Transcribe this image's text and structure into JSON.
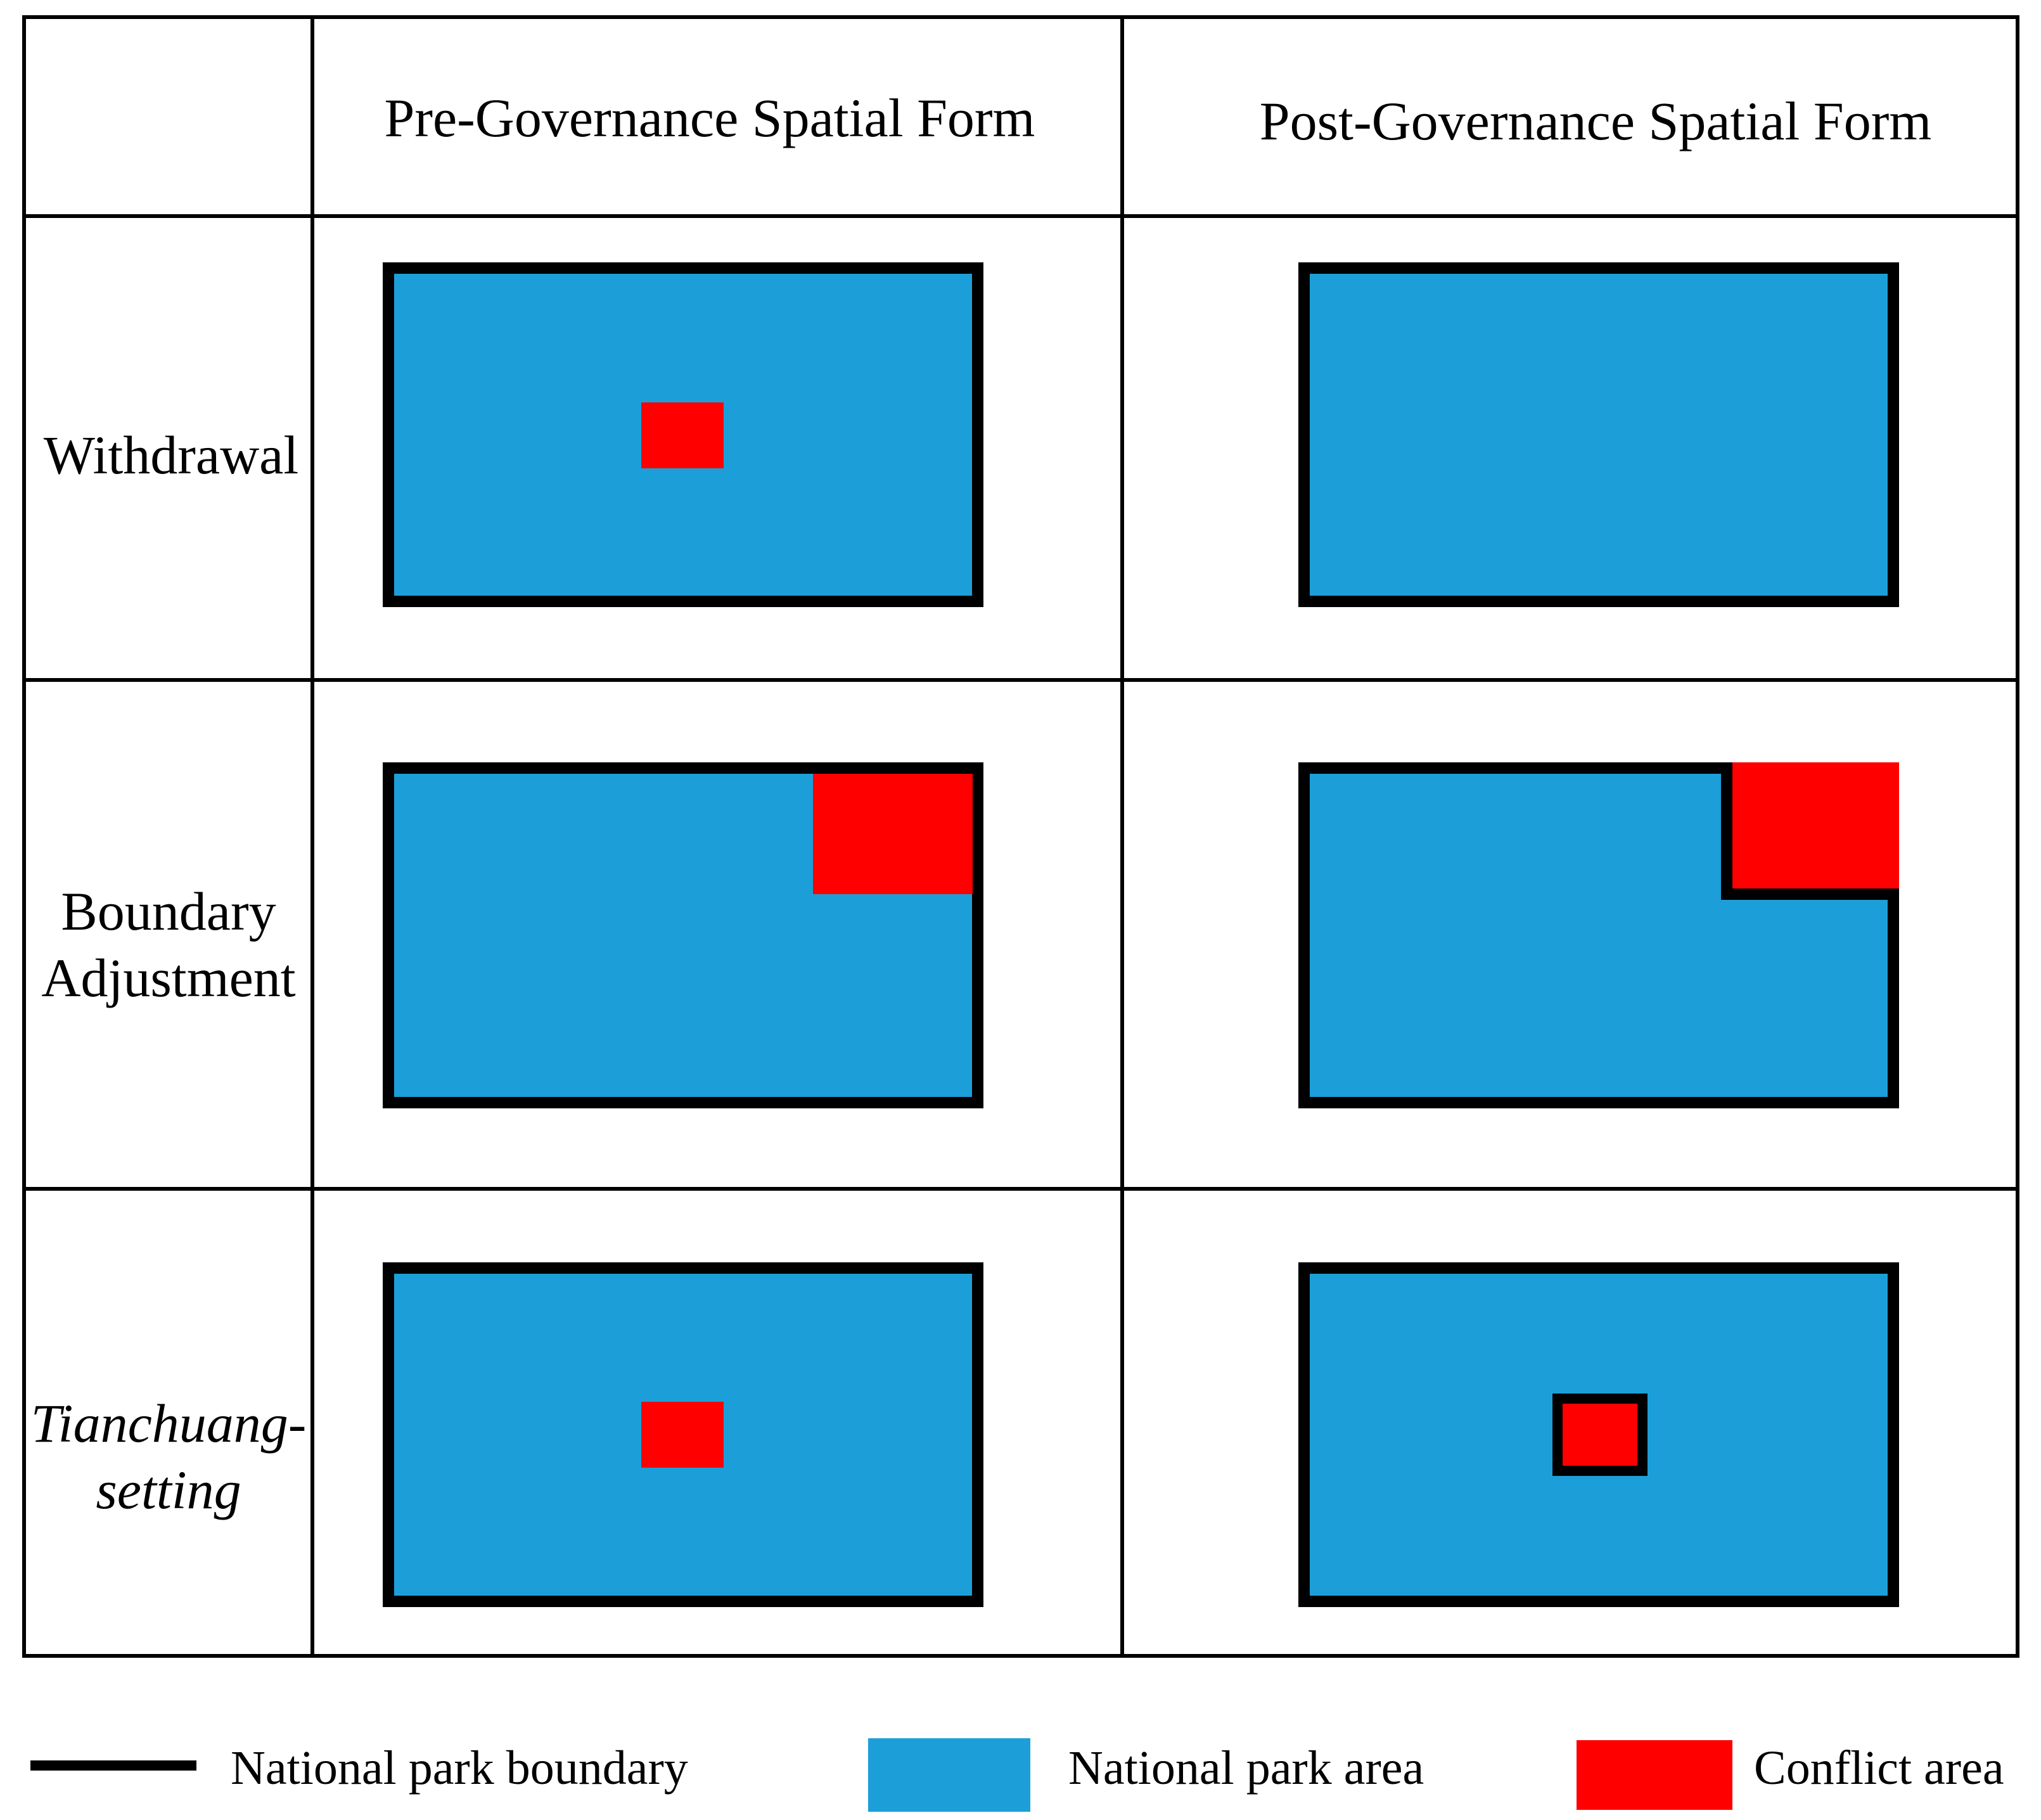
{
  "table": {
    "headers": {
      "pre": "Pre-Governance Spatial Form",
      "post": "Post-Governance Spatial Form"
    },
    "rows": [
      {
        "label_lines": [
          "Withdrawal"
        ],
        "italic": false
      },
      {
        "label_lines": [
          "Boundary",
          "Adjustment"
        ],
        "italic": false
      },
      {
        "label_lines": [
          "Tianchuang-",
          "setting"
        ],
        "italic": true
      }
    ]
  },
  "legend": {
    "boundary": "National park boundary",
    "park_area": "National park area",
    "conflict": "Conflict area"
  },
  "colors": {
    "park_area": "#1c9fd8",
    "conflict": "#ff0000",
    "boundary": "#000000",
    "grid": "#000000"
  }
}
